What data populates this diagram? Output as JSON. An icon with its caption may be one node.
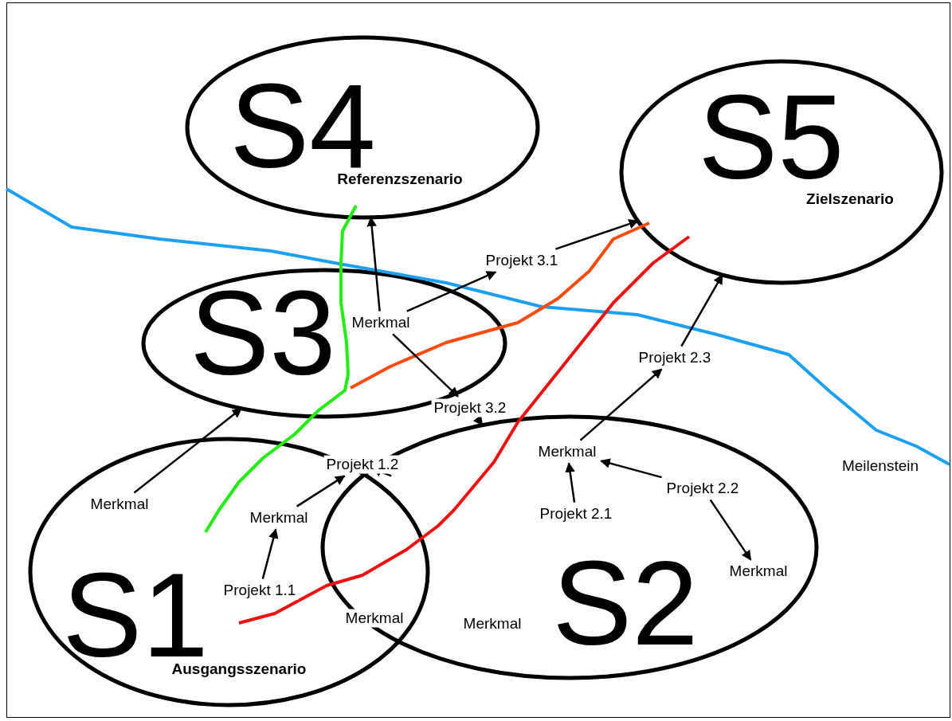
{
  "diagram": {
    "nodes": [
      {
        "text": [
          "S4",
          "Referenzszenario"
        ]
      },
      {
        "text": [
          "S5",
          "Zielszenario"
        ]
      },
      {
        "text": [
          "S3"
        ]
      },
      {
        "text": [
          "Merkmal"
        ],
        "in": 2
      },
      {
        "text": [
          "Projekt 3.1"
        ]
      },
      {
        "text": [
          "Projekt 3.2"
        ]
      },
      {
        "text": [
          "Projekt 2.3"
        ]
      },
      {
        "text": [
          "S1",
          "Ausgangsszenario"
        ]
      },
      {
        "text": [
          "Merkmal"
        ],
        "in": 7
      },
      {
        "text": [
          "Projekt 1.1"
        ],
        "in": 7
      },
      {
        "text": [
          "Merkmal"
        ],
        "in": 7
      },
      {
        "text": [
          "Projekt 1.2"
        ]
      },
      {
        "text": [
          "Merkmal"
        ]
      },
      {
        "text": [
          "S2"
        ]
      },
      {
        "text": [
          "Merkmal"
        ],
        "in": 13
      },
      {
        "text": [
          "Projekt 2.1"
        ],
        "in": 13
      },
      {
        "text": [
          "Projekt 2.2"
        ],
        "in": 13
      },
      {
        "text": [
          "Merkmal"
        ],
        "in": 13
      },
      {
        "text": [
          "Merkmal"
        ],
        "in": 13
      }
    ],
    "edges": [
      {
        "from": 8,
        "to": 2,
        "arrow": "to"
      },
      {
        "from": 9,
        "to": 10,
        "arrow": "to"
      },
      {
        "from": 10,
        "to": 11,
        "arrow": "to"
      },
      {
        "from": 11,
        "to": 13,
        "arrow": "to"
      },
      {
        "from": 3,
        "to": 0,
        "arrow": "to"
      },
      {
        "from": 3,
        "to": 4,
        "arrow": "to"
      },
      {
        "from": 3,
        "to": 5,
        "arrow": "to"
      },
      {
        "from": 4,
        "to": 1,
        "arrow": "to"
      },
      {
        "from": 5,
        "to": 13,
        "arrow": "to"
      },
      {
        "from": 15,
        "to": 14,
        "arrow": "to"
      },
      {
        "from": 16,
        "to": 14,
        "arrow": "to"
      },
      {
        "from": 16,
        "to": 17,
        "arrow": "to"
      },
      {
        "from": 14,
        "to": 6,
        "arrow": "to"
      },
      {
        "from": 6,
        "to": 1,
        "arrow": "to"
      }
    ],
    "labels": [
      "Meilenstein"
    ]
  }
}
